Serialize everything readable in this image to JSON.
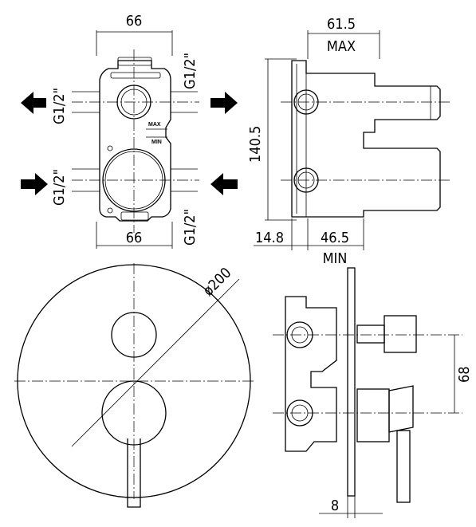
{
  "front_view": {
    "width_top": "66",
    "width_bottom": "66",
    "thread_top_right": "G1/2\"",
    "thread_bottom_right": "G1/2\"",
    "thread_left_upper": "G1/2\"",
    "thread_left_lower": "G1/2\"",
    "max_mark": "MAX",
    "min_mark": "MIN"
  },
  "side_view": {
    "depth_max": "61.5",
    "max_label": "MAX",
    "height": "140.5",
    "offset": "14.8",
    "depth_min": "46.5",
    "min_label": "MIN"
  },
  "plate_view": {
    "diameter": "ø200"
  },
  "assembly_view": {
    "spacing": "68",
    "plate_thickness": "8"
  }
}
